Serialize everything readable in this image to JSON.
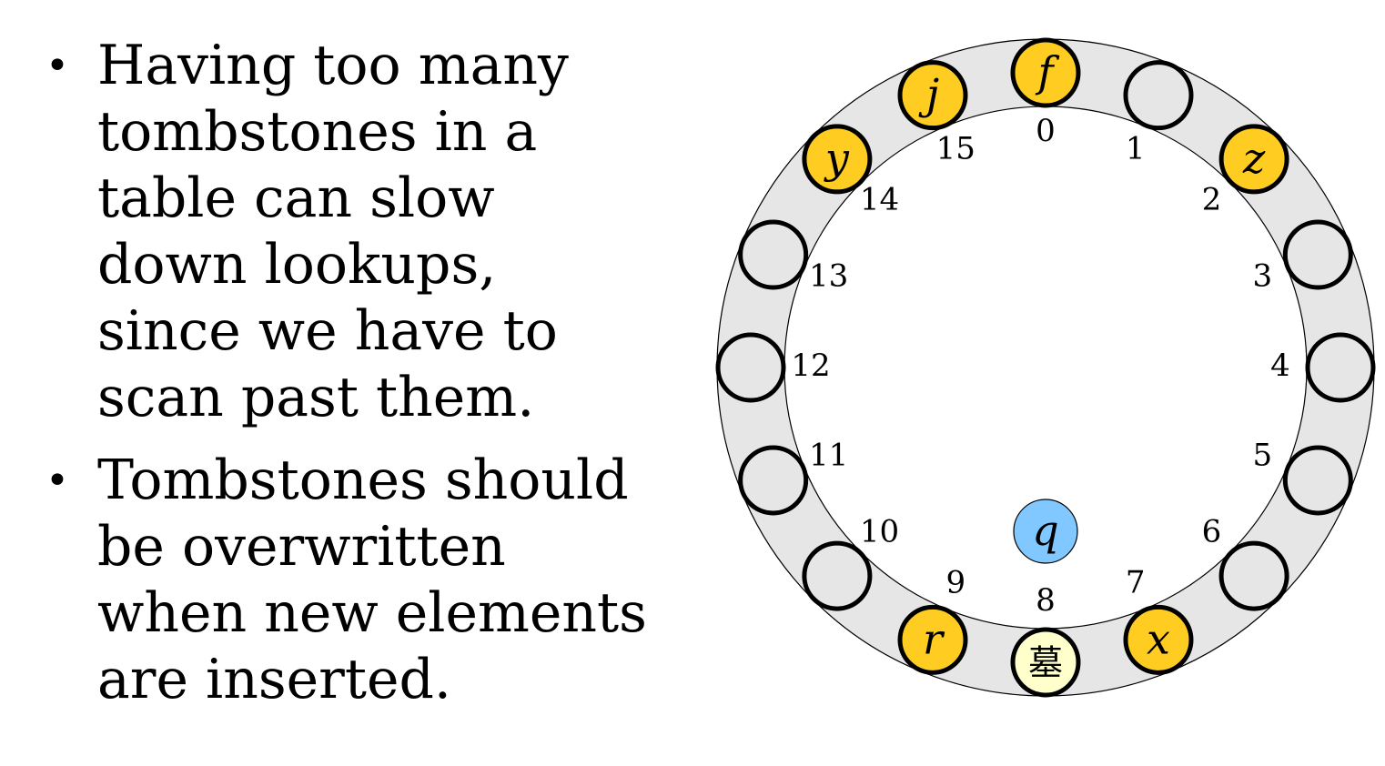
{
  "bullets": [
    {
      "text": "Having too many\ntombstones in a\ntable can slow\ndown lookups,\nsince we have to\nscan past them."
    },
    {
      "text": "Tombstones should\nbe overwritten\nwhen new elements\nare inserted."
    }
  ],
  "table": {
    "slots": [
      {
        "index": "0",
        "content": "f",
        "state": "filled"
      },
      {
        "index": "1",
        "content": "",
        "state": "empty"
      },
      {
        "index": "2",
        "content": "z",
        "state": "filled"
      },
      {
        "index": "3",
        "content": "",
        "state": "empty"
      },
      {
        "index": "4",
        "content": "",
        "state": "empty"
      },
      {
        "index": "5",
        "content": "",
        "state": "empty"
      },
      {
        "index": "6",
        "content": "",
        "state": "empty"
      },
      {
        "index": "7",
        "content": "x",
        "state": "filled"
      },
      {
        "index": "8",
        "content": "墓",
        "state": "tombstone"
      },
      {
        "index": "9",
        "content": "r",
        "state": "filled"
      },
      {
        "index": "10",
        "content": "",
        "state": "empty"
      },
      {
        "index": "11",
        "content": "",
        "state": "empty"
      },
      {
        "index": "12",
        "content": "",
        "state": "empty"
      },
      {
        "index": "13",
        "content": "",
        "state": "empty"
      },
      {
        "index": "14",
        "content": "y",
        "state": "filled"
      },
      {
        "index": "15",
        "content": "j",
        "state": "filled"
      }
    ],
    "query": {
      "label": "q"
    }
  },
  "colors": {
    "ring_fill": "#e6e6e6",
    "empty_slot": "#e6e6e6",
    "filled_slot": "#ffcc22",
    "tombstone_slot": "#ffffcc",
    "query_fill": "#80c8ff",
    "outline": "#000000"
  }
}
